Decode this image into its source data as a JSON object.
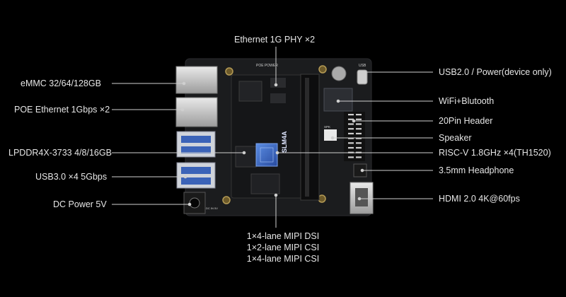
{
  "labels": {
    "top": "Ethernet 1G PHY ×2",
    "left": [
      "eMMC 32/64/128GB",
      "POE Ethernet 1Gbps ×2",
      "LPDDR4X-3733 4/8/16GB",
      "USB3.0 ×4 5Gbps",
      "DC Power 5V"
    ],
    "right": [
      "USB2.0 / Power(device only)",
      "WiFi+Blutooth",
      "20Pin Header",
      "Speaker",
      "RISC-V 1.8GHz ×4(TH1520)",
      "3.5mm Headphone",
      "HDMI 2.0 4K@60fps"
    ],
    "bottom": [
      "1×4-lane MIPI DSI",
      "1×2-lane MIPI CSI",
      "1×4-lane MIPI CSI"
    ]
  },
  "board": {
    "module_label": "SLM4A",
    "silk_usb": "USB",
    "silk_poe": "POE POWER",
    "silk_dcin": "DC IN 5V",
    "silk_spk": "SPK"
  },
  "colors": {
    "background": "#000000",
    "board": "#1b1c1e",
    "text": "#e6e6e6",
    "leader": "#cfcfcf",
    "accent": "#3a63c4"
  }
}
